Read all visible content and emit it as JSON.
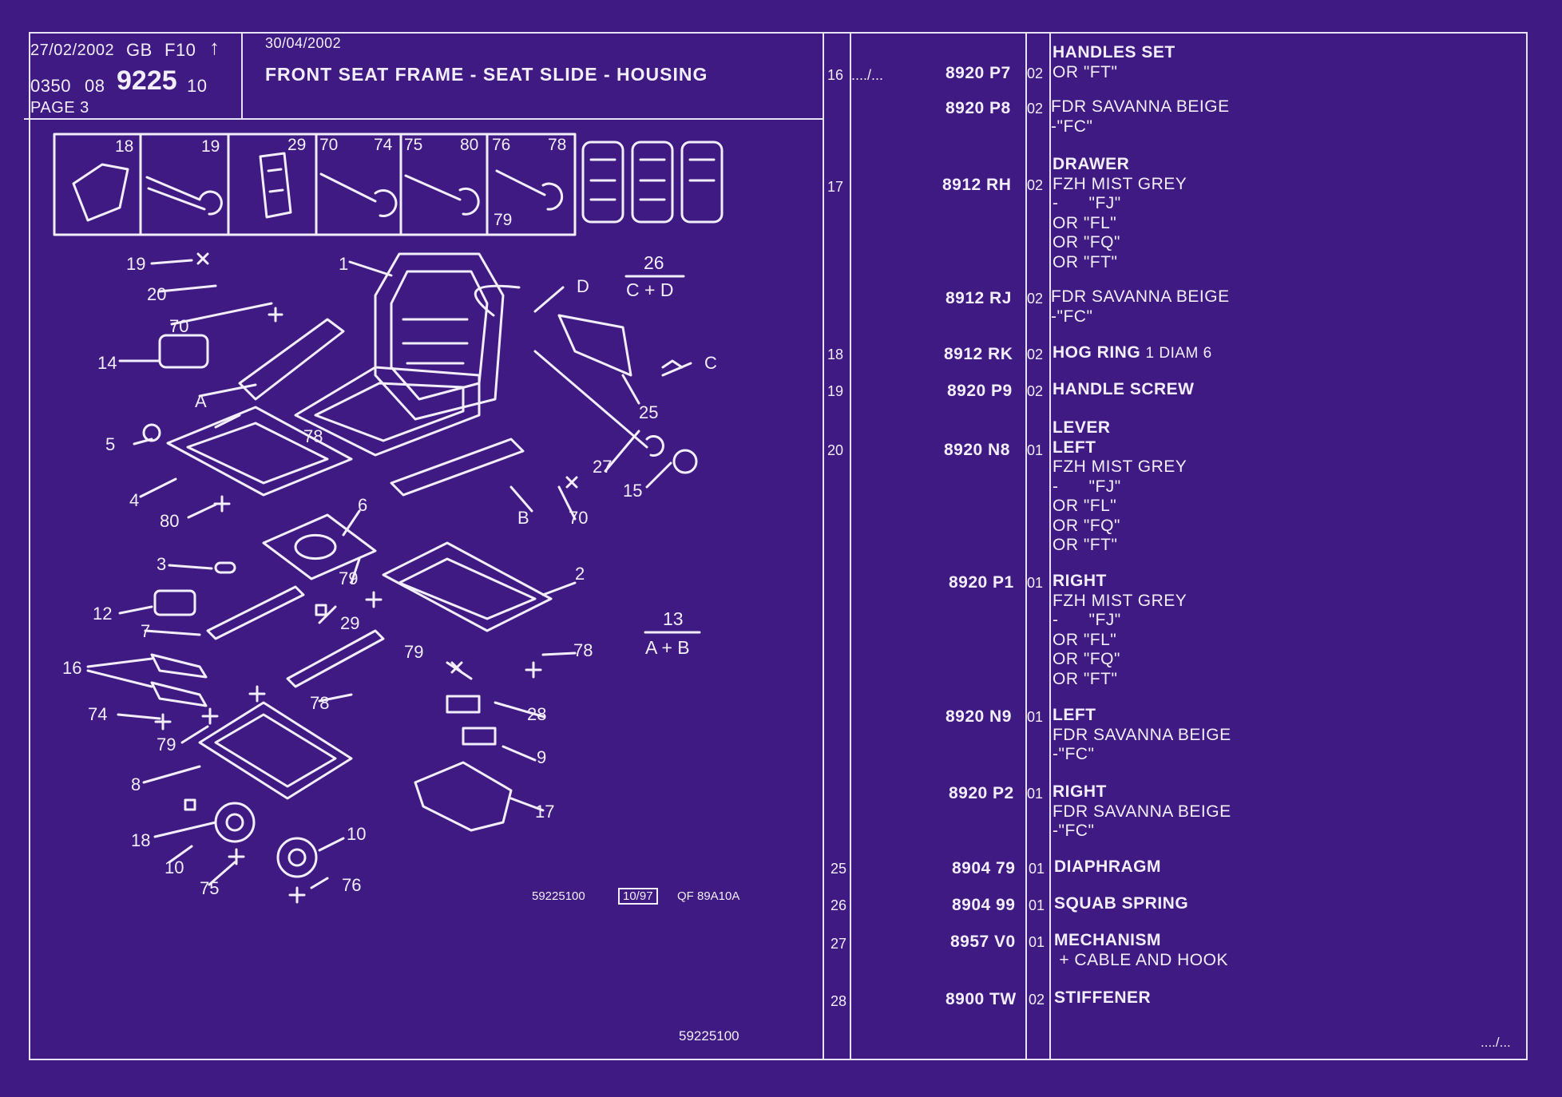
{
  "header": {
    "left": {
      "date": "27/02/2002",
      "lang": "GB",
      "code": "F10",
      "ref1": "0350",
      "ref2": "08",
      "group": "9225",
      "sub": "10",
      "page": "PAGE 3"
    },
    "date2": "30/04/2002",
    "title": "FRONT SEAT FRAME - SEAT SLIDE - HOUSING"
  },
  "thumbnails": {
    "labels": [
      "18",
      "19",
      "29",
      "70",
      "74",
      "75",
      "80",
      "76",
      "78",
      "79"
    ]
  },
  "diagram": {
    "callouts": [
      "19",
      "20",
      "70",
      "14",
      "A",
      "5",
      "78",
      "4",
      "80",
      "3",
      "12",
      "7",
      "16",
      "74",
      "79",
      "8",
      "18",
      "10",
      "75",
      "1",
      "D",
      "C",
      "25",
      "27",
      "15",
      "B",
      "70",
      "6",
      "79",
      "29",
      "79",
      "78",
      "2",
      "78",
      "28",
      "9",
      "17",
      "10",
      "76"
    ],
    "fraction_1": {
      "num": "26",
      "den": "C + D"
    },
    "fraction_2": {
      "num": "13",
      "den": "A + B"
    },
    "ref_code": "59225100",
    "date_box": "10/97",
    "qf": "QF 89A10A",
    "page_ref": "59225100"
  },
  "parts": [
    {
      "idx": "16",
      "cont": "..../...",
      "ref": "8920 P7",
      "code": "02",
      "lines": [
        {
          "text": "HANDLES SET",
          "bold": true
        },
        {
          "text": "OR \"FT\""
        }
      ]
    },
    {
      "idx": "",
      "ref": "8920 P8",
      "code": "02",
      "lines": [
        {
          "text": "FDR SAVANNA BEIGE"
        },
        {
          "text": "-\"FC\""
        }
      ]
    },
    {
      "idx": "17",
      "ref": "8912 RH",
      "code": "02",
      "lines": [
        {
          "text": "DRAWER",
          "bold": true
        },
        {
          "text": "FZH MIST GREY"
        },
        {
          "text": "-      \"FJ\""
        },
        {
          "text": "OR \"FL\""
        },
        {
          "text": "OR \"FQ\""
        },
        {
          "text": "OR \"FT\""
        }
      ]
    },
    {
      "idx": "",
      "ref": "8912 RJ",
      "code": "02",
      "lines": [
        {
          "text": "FDR SAVANNA BEIGE"
        },
        {
          "text": "-\"FC\""
        }
      ]
    },
    {
      "idx": "18",
      "ref": "8912 RK",
      "code": "02",
      "lines": [
        {
          "text": "HOG RING",
          "bold": true,
          "extra": "1 DIAM 6"
        }
      ]
    },
    {
      "idx": "19",
      "ref": "8920 P9",
      "code": "02",
      "lines": [
        {
          "text": "HANDLE SCREW",
          "bold": true
        }
      ]
    },
    {
      "idx": "20",
      "ref": "8920 N8",
      "code": "01",
      "lines": [
        {
          "text": "LEVER",
          "bold": true
        },
        {
          "text": "LEFT",
          "bold": true
        },
        {
          "text": "FZH MIST GREY"
        },
        {
          "text": "-      \"FJ\""
        },
        {
          "text": "OR \"FL\""
        },
        {
          "text": "OR \"FQ\""
        },
        {
          "text": "OR \"FT\""
        }
      ]
    },
    {
      "idx": "",
      "ref": "8920 P1",
      "code": "01",
      "lines": [
        {
          "text": "RIGHT",
          "bold": true
        },
        {
          "text": "FZH MIST GREY"
        },
        {
          "text": "-      \"FJ\""
        },
        {
          "text": "OR \"FL\""
        },
        {
          "text": "OR \"FQ\""
        },
        {
          "text": "OR \"FT\""
        }
      ]
    },
    {
      "idx": "",
      "ref": "8920 N9",
      "code": "01",
      "lines": [
        {
          "text": "LEFT",
          "bold": true
        },
        {
          "text": "FDR SAVANNA BEIGE"
        },
        {
          "text": "-\"FC\""
        }
      ]
    },
    {
      "idx": "",
      "ref": "8920 P2",
      "code": "01",
      "lines": [
        {
          "text": "RIGHT",
          "bold": true
        },
        {
          "text": "FDR SAVANNA BEIGE"
        },
        {
          "text": "-\"FC\""
        }
      ]
    },
    {
      "idx": "25",
      "ref": "8904 79",
      "code": "01",
      "lines": [
        {
          "text": "DIAPHRAGM",
          "bold": true
        }
      ]
    },
    {
      "idx": "26",
      "ref": "8904 99",
      "code": "01",
      "lines": [
        {
          "text": "SQUAB SPRING",
          "bold": true
        }
      ]
    },
    {
      "idx": "27",
      "ref": "8957 V0",
      "code": "01",
      "lines": [
        {
          "text": "MECHANISM",
          "bold": true
        },
        {
          "text": " + CABLE AND HOOK"
        }
      ]
    },
    {
      "idx": "28",
      "ref": "8900 TW",
      "code": "02",
      "lines": [
        {
          "text": "STIFFENER",
          "bold": true
        }
      ]
    }
  ],
  "continuation": "..../...",
  "colors": {
    "background": "#3f1a82",
    "ink": "#f2eefc"
  }
}
